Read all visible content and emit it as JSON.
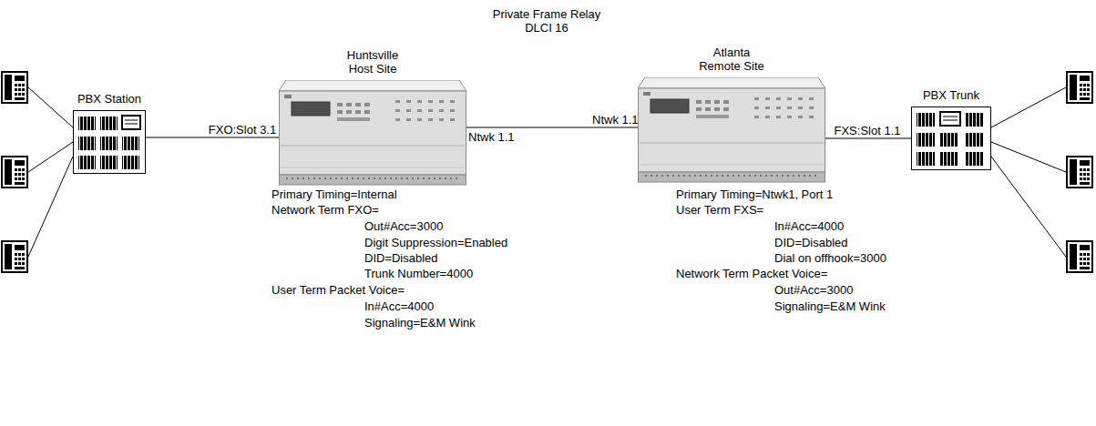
{
  "diagram": {
    "title": "Private Frame Relay DLCI 16",
    "nodes": [
      {
        "text": [
          "PBX Station"
        ]
      },
      {
        "text": [
          "Huntsville Host Site"
        ]
      },
      {
        "text": [
          "Atlanta Remote Site"
        ]
      },
      {
        "text": [
          "PBX Trunk"
        ]
      }
    ],
    "edges": [
      {
        "from": 0,
        "to": 1,
        "arrow": "none",
        "label": "FXO:Slot 3.1"
      },
      {
        "from": 1,
        "to": 2,
        "arrow": "none"
      },
      {
        "from": 2,
        "to": 3,
        "arrow": "none",
        "label": "FXS:Slot 1.1"
      }
    ],
    "labels": [
      "Ntwk 1.1",
      "Ntwk 1.1",
      "Primary Timing=Internal",
      "Network Term FXO=",
      "Out#Acc=3000",
      "Digit Suppression=Enabled",
      "DID=Disabled",
      "Trunk Number=4000",
      "User Term Packet Voice=",
      "In#Acc=4000",
      "Signaling=E&M Wink",
      "Primary Timing=Ntwk1, Port 1",
      "User Term FXS=",
      "In#Acc=4000",
      "DID=Disabled",
      "Dial on offhook=3000",
      "Network Term Packet Voice=",
      "Out#Acc=3000",
      "Signaling=E&M Wink"
    ]
  }
}
